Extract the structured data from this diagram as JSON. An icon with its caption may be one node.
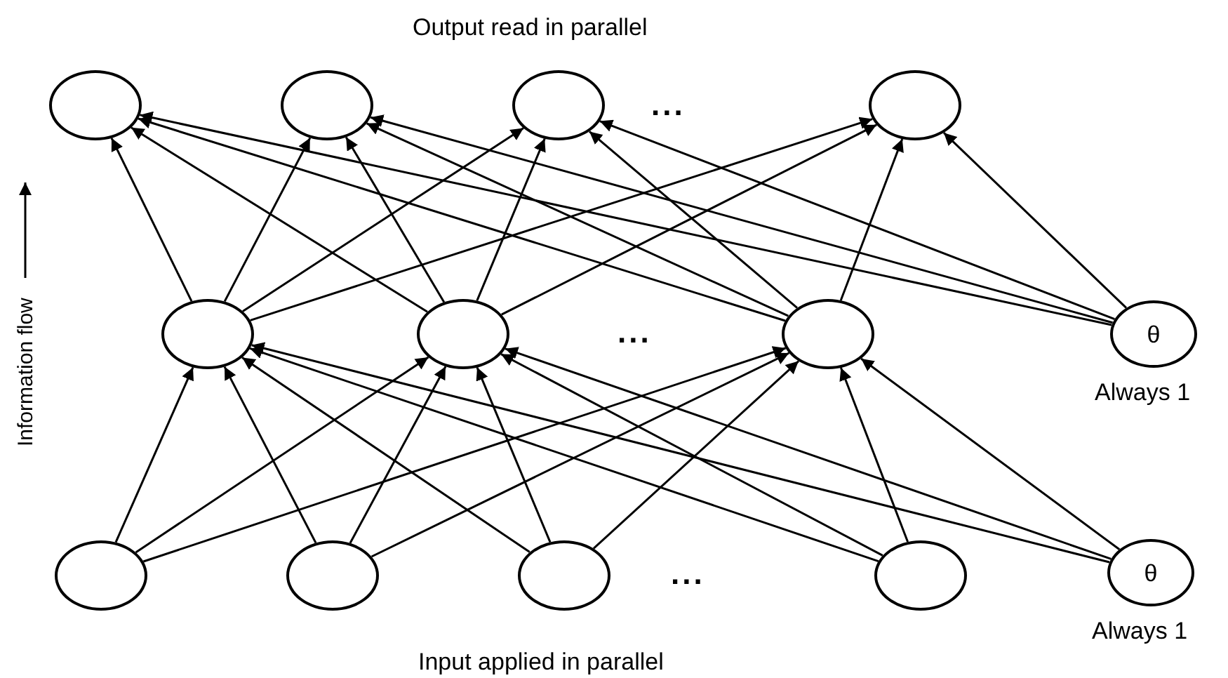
{
  "diagram": {
    "title": "Output read in parallel",
    "caption": "Input applied in parallel",
    "nodes": [
      {
        "text": [],
        "shape": "circle"
      },
      {
        "text": [],
        "shape": "circle"
      },
      {
        "text": [],
        "shape": "circle"
      },
      {
        "text": [],
        "shape": "circle"
      },
      {
        "text": [],
        "shape": "circle"
      },
      {
        "text": [],
        "shape": "circle"
      },
      {
        "text": [],
        "shape": "circle"
      },
      {
        "text": [
          "θ"
        ],
        "beside": [
          "Always 1"
        ]
      },
      {
        "text": [],
        "shape": "circle"
      },
      {
        "text": [],
        "shape": "circle"
      },
      {
        "text": [],
        "shape": "circle"
      },
      {
        "text": [],
        "shape": "circle"
      },
      {
        "text": [
          "θ"
        ],
        "beside": [
          "Always 1"
        ]
      }
    ],
    "edges": [
      {
        "from": 4,
        "to": 0,
        "arrow": "to"
      },
      {
        "from": 4,
        "to": 1,
        "arrow": "to"
      },
      {
        "from": 4,
        "to": 2,
        "arrow": "to"
      },
      {
        "from": 4,
        "to": 3,
        "arrow": "to"
      },
      {
        "from": 5,
        "to": 0,
        "arrow": "to"
      },
      {
        "from": 5,
        "to": 1,
        "arrow": "to"
      },
      {
        "from": 5,
        "to": 2,
        "arrow": "to"
      },
      {
        "from": 5,
        "to": 3,
        "arrow": "to"
      },
      {
        "from": 6,
        "to": 0,
        "arrow": "to"
      },
      {
        "from": 6,
        "to": 1,
        "arrow": "to"
      },
      {
        "from": 6,
        "to": 2,
        "arrow": "to"
      },
      {
        "from": 6,
        "to": 3,
        "arrow": "to"
      },
      {
        "from": 7,
        "to": 0,
        "arrow": "to"
      },
      {
        "from": 7,
        "to": 1,
        "arrow": "to"
      },
      {
        "from": 7,
        "to": 2,
        "arrow": "to"
      },
      {
        "from": 7,
        "to": 3,
        "arrow": "to"
      },
      {
        "from": 8,
        "to": 4,
        "arrow": "to"
      },
      {
        "from": 8,
        "to": 5,
        "arrow": "to"
      },
      {
        "from": 8,
        "to": 6,
        "arrow": "to"
      },
      {
        "from": 9,
        "to": 4,
        "arrow": "to"
      },
      {
        "from": 9,
        "to": 5,
        "arrow": "to"
      },
      {
        "from": 9,
        "to": 6,
        "arrow": "to"
      },
      {
        "from": 10,
        "to": 4,
        "arrow": "to"
      },
      {
        "from": 10,
        "to": 5,
        "arrow": "to"
      },
      {
        "from": 10,
        "to": 6,
        "arrow": "to"
      },
      {
        "from": 11,
        "to": 4,
        "arrow": "to"
      },
      {
        "from": 11,
        "to": 5,
        "arrow": "to"
      },
      {
        "from": 11,
        "to": 6,
        "arrow": "to"
      },
      {
        "from": 12,
        "to": 4,
        "arrow": "to"
      },
      {
        "from": 12,
        "to": 5,
        "arrow": "to"
      },
      {
        "from": 12,
        "to": 6,
        "arrow": "to"
      }
    ],
    "labels": [
      "Information flow",
      "...",
      "...",
      "..."
    ]
  }
}
